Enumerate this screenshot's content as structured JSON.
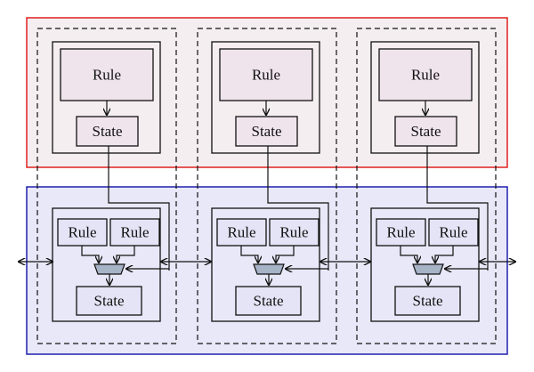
{
  "labels": {
    "rule": "Rule",
    "state": "State"
  },
  "colors": {
    "top_region_border": "#e02020",
    "top_region_fill": "#f5eef0",
    "bottom_region_border": "#2020b0",
    "bottom_region_fill": "#e8e8f8",
    "top_box_fill": "#efe4ec",
    "bottom_box_fill": "#e4e4f6",
    "mux_fill": "#a7b3c7",
    "line": "#111111"
  },
  "icons": {
    "connector_arrow": "double-headed-arrow",
    "selector": "multiplexer-trapezoid"
  }
}
